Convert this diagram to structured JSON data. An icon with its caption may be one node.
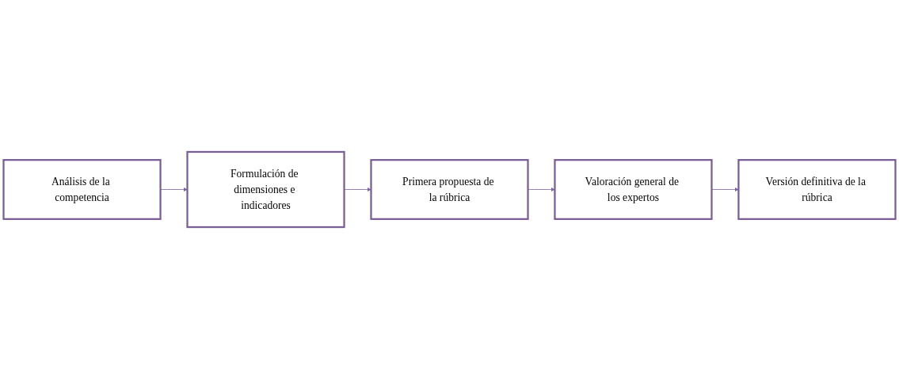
{
  "diagram": {
    "nodes": [
      {
        "text": [
          "Análisis de la competencia"
        ]
      },
      {
        "text": [
          "Formulación de dimensiones e indicadores"
        ]
      },
      {
        "text": [
          "Primera propuesta de la rúbrica"
        ]
      },
      {
        "text": [
          "Valoración general de los expertos"
        ]
      },
      {
        "text": [
          "Versión definitiva de la rúbrica"
        ]
      }
    ],
    "edges": [
      {
        "from": 0,
        "to": 1,
        "arrow": "to"
      },
      {
        "from": 1,
        "to": 2,
        "arrow": "to"
      },
      {
        "from": 2,
        "to": 3,
        "arrow": "to"
      },
      {
        "from": 3,
        "to": 4,
        "arrow": "to"
      }
    ]
  }
}
